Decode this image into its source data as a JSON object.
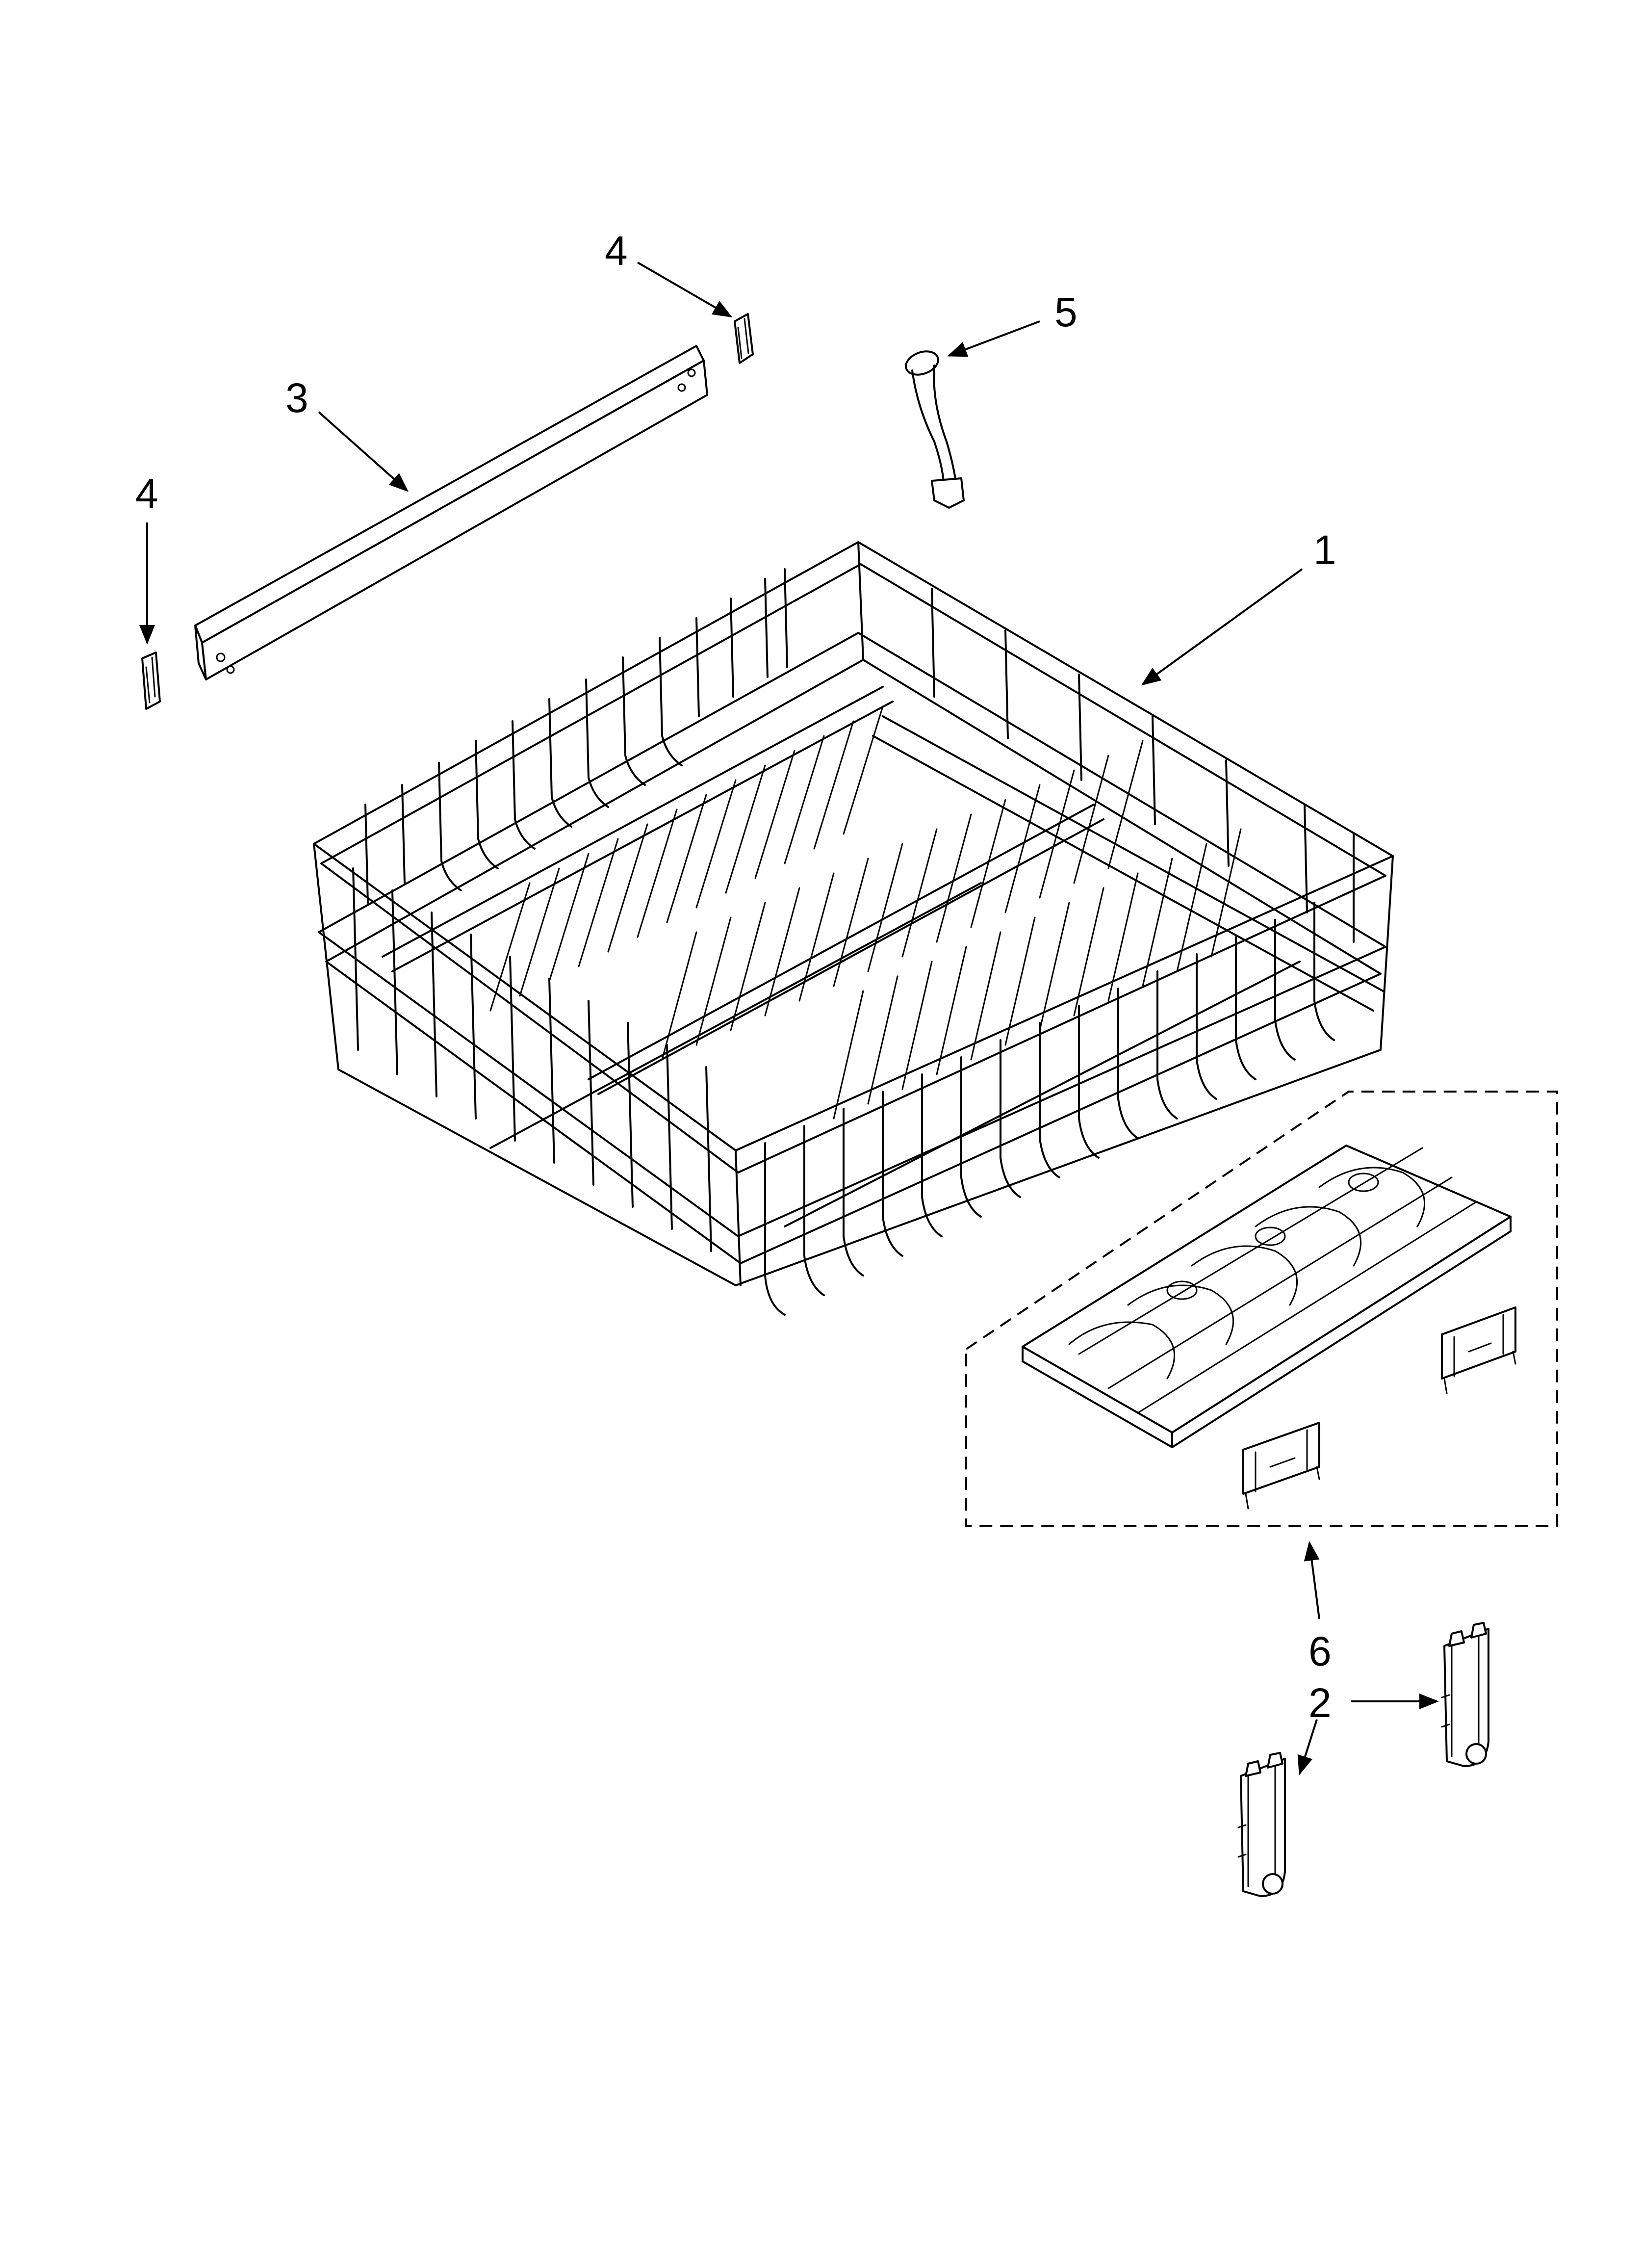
{
  "callouts": {
    "part_1": "1",
    "part_2": "2",
    "part_3": "3",
    "part_4_top": "4",
    "part_4_left": "4",
    "part_5": "5",
    "part_6": "6"
  },
  "colors": {
    "line": "#000000",
    "background": "#ffffff"
  }
}
